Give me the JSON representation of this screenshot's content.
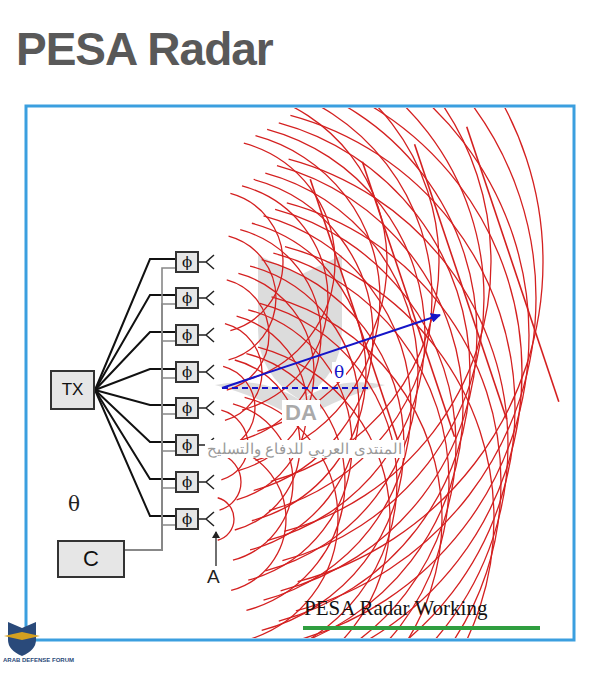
{
  "diagram": {
    "title": "PESA Radar",
    "caption": "PESA Radar Working",
    "nodes": [
      {
        "text": [
          "TX"
        ]
      },
      {
        "text": [
          "C"
        ]
      },
      {
        "text": [
          "ϕ"
        ]
      },
      {
        "text": [
          "ϕ"
        ]
      },
      {
        "text": [
          "ϕ"
        ]
      },
      {
        "text": [
          "ϕ"
        ]
      },
      {
        "text": [
          "ϕ"
        ]
      },
      {
        "text": [
          "ϕ"
        ]
      },
      {
        "text": [
          "ϕ"
        ]
      },
      {
        "text": [
          "ϕ"
        ]
      }
    ],
    "edges": [
      {
        "from": 0,
        "to": 2,
        "arrow": "none"
      },
      {
        "from": 0,
        "to": 3,
        "arrow": "none"
      },
      {
        "from": 0,
        "to": 4,
        "arrow": "none"
      },
      {
        "from": 0,
        "to": 5,
        "arrow": "none"
      },
      {
        "from": 0,
        "to": 6,
        "arrow": "none"
      },
      {
        "from": 0,
        "to": 7,
        "arrow": "none"
      },
      {
        "from": 0,
        "to": 8,
        "arrow": "none"
      },
      {
        "from": 0,
        "to": 9,
        "arrow": "none"
      },
      {
        "from": 1,
        "to": 2,
        "arrow": "none"
      },
      {
        "from": 1,
        "to": 3,
        "arrow": "none"
      },
      {
        "from": 1,
        "to": 4,
        "arrow": "none"
      },
      {
        "from": 1,
        "to": 5,
        "arrow": "none"
      },
      {
        "from": 1,
        "to": 6,
        "arrow": "none"
      },
      {
        "from": 1,
        "to": 7,
        "arrow": "none"
      },
      {
        "from": 1,
        "to": 8,
        "arrow": "none"
      },
      {
        "from": 1,
        "to": 9,
        "arrow": "none"
      }
    ],
    "labels": [
      "θ",
      "θ",
      "A",
      "المنتدى العربي للدفاع والتسليح",
      "DA",
      "ARAB DEFENSE FORUM"
    ]
  }
}
